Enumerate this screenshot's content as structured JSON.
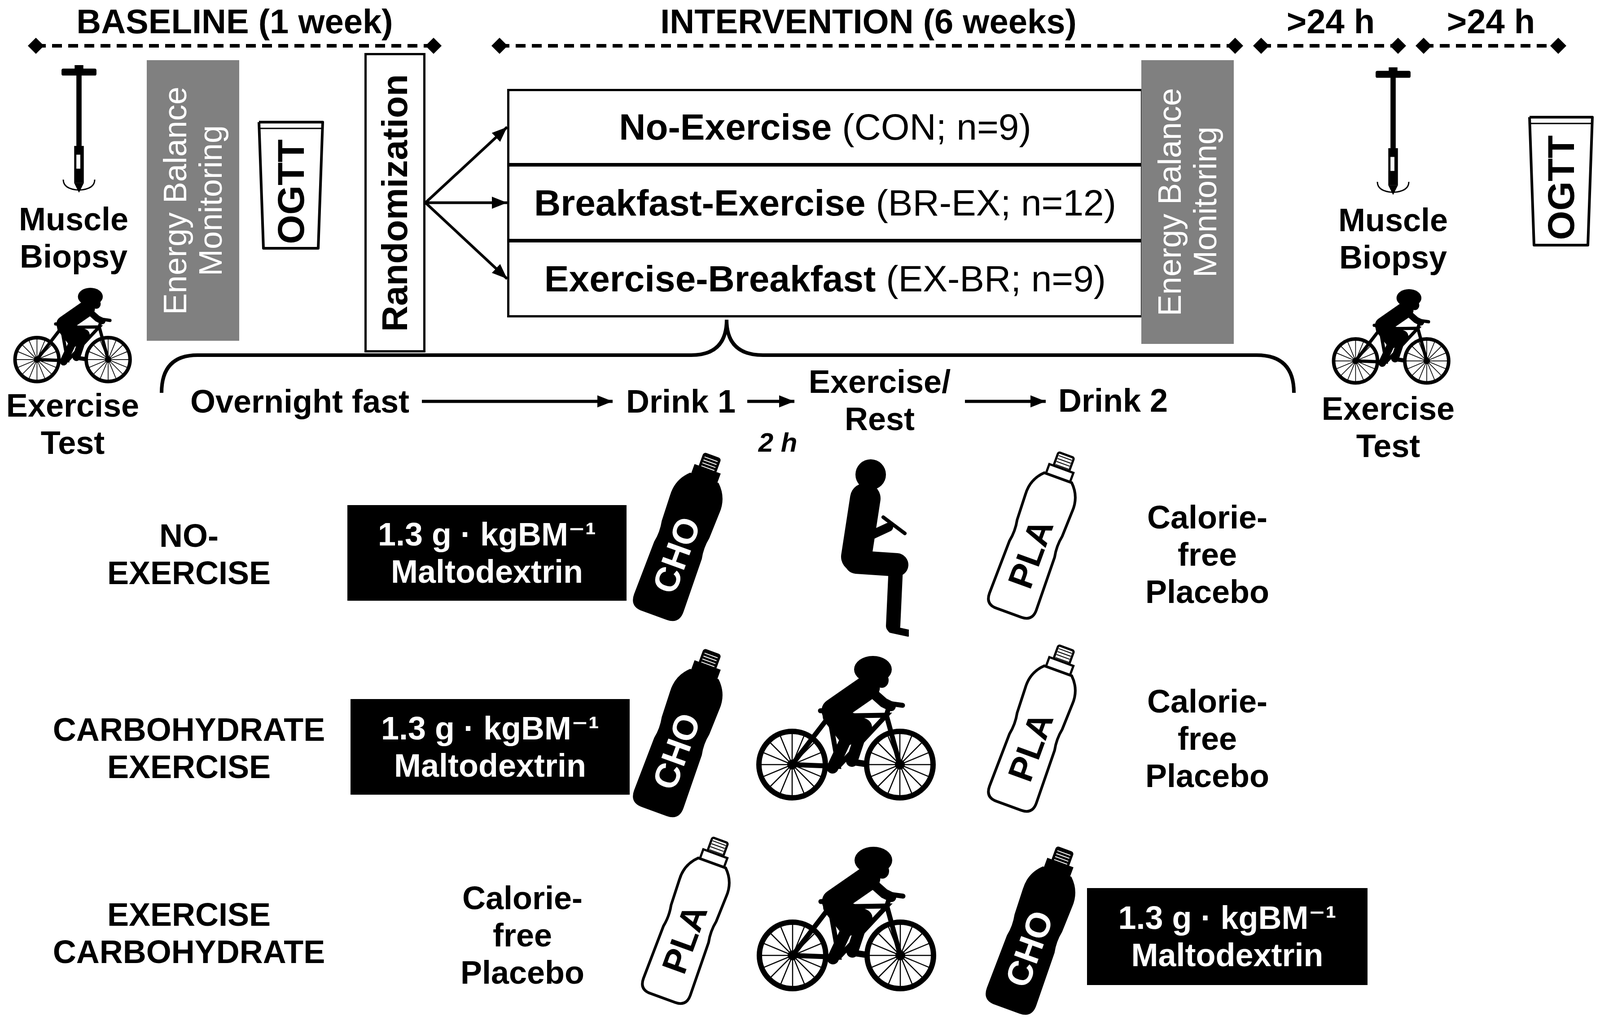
{
  "diagram": {
    "nodes": [
      {
        "text": [
          "Energy Balance Monitoring"
        ]
      },
      {
        "text": [
          "OGTT"
        ]
      },
      {
        "text": [
          "Randomization"
        ]
      },
      {
        "text": [
          "No-Exercise",
          "(CON; n=9)"
        ]
      },
      {
        "text": [
          "Breakfast-Exercise",
          "(BR-EX; n=12)"
        ]
      },
      {
        "text": [
          "Exercise-Breakfast",
          "(EX-BR; n=9)"
        ]
      },
      {
        "text": [
          "Energy Balance Monitoring"
        ]
      },
      {
        "text": [
          "OGTT"
        ]
      },
      {
        "text": [
          "1.3 g · kgBM⁻¹ Maltodextrin"
        ]
      },
      {
        "text": [
          "CHO"
        ]
      },
      {
        "text": [
          "PLA"
        ]
      },
      {
        "text": [
          "1.3 g · kgBM⁻¹ Maltodextrin"
        ]
      },
      {
        "text": [
          "CHO"
        ]
      },
      {
        "text": [
          "PLA"
        ]
      },
      {
        "text": [
          "PLA"
        ]
      },
      {
        "text": [
          "CHO"
        ]
      },
      {
        "text": [
          "1.3 g · kgBM⁻¹ Maltodextrin"
        ]
      }
    ],
    "edges": [
      {
        "from": 2,
        "to": 3,
        "arrow": "to"
      },
      {
        "from": 2,
        "to": 4,
        "arrow": "to"
      },
      {
        "from": 2,
        "to": 5,
        "arrow": "to"
      }
    ],
    "labels": [
      "BASELINE (1 week)",
      "INTERVENTION (6 weeks)",
      ">24 h",
      ">24 h",
      "Muscle Biopsy",
      "Exercise Test",
      "Overnight fast",
      "Drink 1",
      "2 h",
      "Exercise/ Rest",
      "Drink 2",
      "Muscle Biopsy",
      "Exercise Test",
      "NO- EXERCISE",
      "Calorie-free Placebo",
      "CARBOHYDRATE EXERCISE",
      "Calorie-free Placebo",
      "EXERCISE CARBOHYDRATE",
      "Calorie-free Placebo"
    ]
  }
}
